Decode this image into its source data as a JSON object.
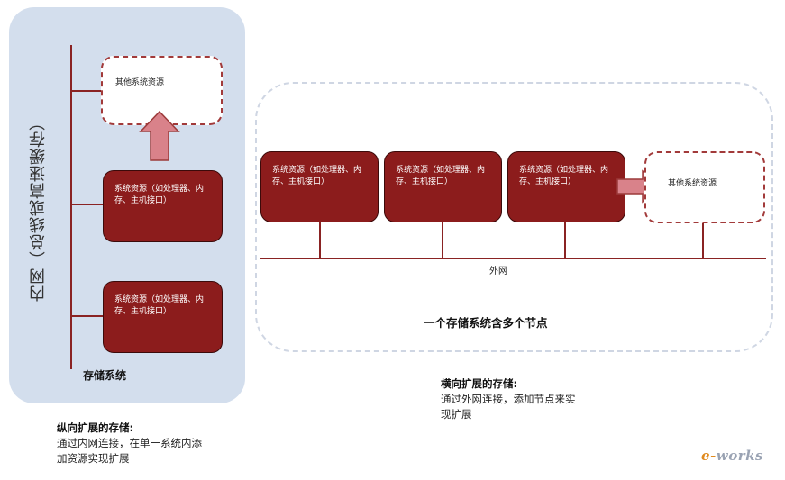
{
  "vertical": {
    "network_label": "内网（总线或高速缓存）",
    "top_node_label": "其他系统资源",
    "node_labels": [
      "系统资源（如处理器、内存、主机接口）",
      "系统资源（如处理器、内存、主机接口）"
    ],
    "system_label": "存储系统",
    "caption_title": "纵向扩展的存储:",
    "caption_body": "通过内网连接，在单一系统内添加资源实现扩展"
  },
  "horizontal": {
    "node_labels": [
      "系统资源（如处理器、内存、主机接口）",
      "系统资源（如处理器、内存、主机接口）",
      "系统资源（如处理器、内存、主机接口）"
    ],
    "extra_node_label": "其他系统资源",
    "network_label": "外网",
    "system_label": "一个存储系统含多个节点",
    "caption_title": "横向扩展的存储:",
    "caption_body": "通过外网连接，添加节点来实现扩展"
  },
  "logo": {
    "prefix": "e-",
    "name": "works"
  },
  "colors": {
    "node_fill": "#8c1c1c",
    "line": "#8a2323",
    "arrow": "#d9828a",
    "panel": "#d3deed",
    "logo_e": "#e08a1e",
    "logo_text": "#9aa3b3"
  }
}
